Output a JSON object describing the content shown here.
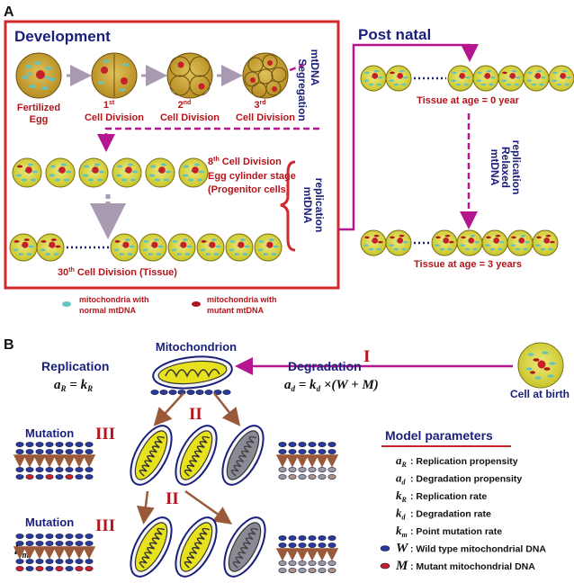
{
  "panel_a": {
    "letter": "A",
    "development_title": "Development",
    "stages": {
      "fertilized_line1": "Fertilized",
      "fertilized_line2": "Egg",
      "div1_num": "1",
      "div1_sup": "st",
      "div1_label": "Cell Division",
      "div2_num": "2",
      "div2_sup": "nd",
      "div2_label": "Cell Division",
      "div3_num": "3",
      "div3_sup": "rd",
      "div3_label": "Cell Division"
    },
    "segregation_line1": "mtDNA",
    "segregation_line2": "Segregation",
    "div8_num": "8",
    "div8_sup": "th",
    "div8_rest": " Cell Division",
    "egg_cylinder": "Egg cylinder stage",
    "progenitor": "(Progenitor cells)",
    "replication_line1": "mtDNA",
    "replication_line2": "replication",
    "div30_num": "30",
    "div30_sup": "th",
    "div30_rest": " Cell Division (Tissue)",
    "postnatal_title": "Post natal",
    "tissue_age0": "Tissue at age = 0 year",
    "relaxed_line1": "mtDNA",
    "relaxed_line2": "Relaxed",
    "relaxed_line3": "replication",
    "tissue_age3": "Tissue at age = 3 years",
    "legend": {
      "normal_line1": "mitochondria with",
      "normal_line2": "normal mtDNA",
      "mutant_line1": "mitochondria with",
      "mutant_line2": "mutant mtDNA"
    }
  },
  "panel_b": {
    "letter": "B",
    "mitochondrion": "Mitochondrion",
    "replication": "Replication",
    "replication_formula": "a_R = k_R",
    "degradation": "Degradation",
    "degradation_formula": "a_d = k_d ×(W + M)",
    "roman_I": "I",
    "roman_II": "II",
    "roman_III": "III",
    "mutation": "Mutation",
    "k_m": "k_m",
    "cell_at_birth": "Cell at birth",
    "params_title": "Model parameters",
    "params": [
      {
        "symbol": "a",
        "sub": "R",
        "text": ": Replication propensity"
      },
      {
        "symbol": "a",
        "sub": "d",
        "text": ": Degradation propensity"
      },
      {
        "symbol": "k",
        "sub": "R",
        "text": ": Replication rate"
      },
      {
        "symbol": "k",
        "sub": "d",
        "text": ": Degradation rate"
      },
      {
        "symbol": "k",
        "sub": "m",
        "text": ": Point mutation rate"
      },
      {
        "symbol": "W",
        "sub": "",
        "text": ": Wild type mitochondrial DNA"
      },
      {
        "symbol": "M",
        "sub": "",
        "text": ": Mutant mitochondrial DNA"
      }
    ]
  },
  "colors": {
    "frame_red": "#d12a2e",
    "magenta": "#b5168f",
    "navy": "#1a1f7a",
    "dark_red": "#b4151c",
    "cell_fill": "#d8d43a",
    "egg_fill": "#c8a23a",
    "mito_yellow": "#e8e21e",
    "wild_dna": "#2a3a9a",
    "mutant_dna": "#c8202a"
  }
}
